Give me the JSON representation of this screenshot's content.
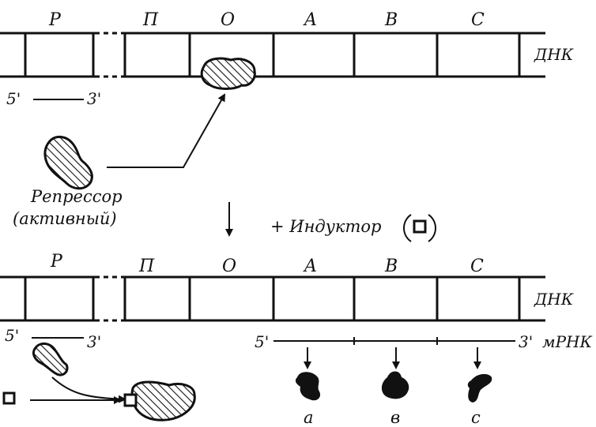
{
  "top": {
    "genes": [
      "P",
      "П",
      "O",
      "A",
      "B",
      "C"
    ],
    "dna_label": "ДНК",
    "strand_5": "5'",
    "strand_3": "3'"
  },
  "repressor": {
    "line1": "Репрессор",
    "line2": "(активный)"
  },
  "inductor_label": "+ Индуктор",
  "bottom": {
    "genes": [
      "P",
      "П",
      "O",
      "A",
      "B",
      "C"
    ],
    "dna_label": "ДНК",
    "strand_5": "5'",
    "strand_3": "3'",
    "mrna_5": "5'",
    "mrna_3": "3'",
    "mrna_label": "мРНК",
    "proteins": [
      "a",
      "в",
      "c"
    ]
  }
}
